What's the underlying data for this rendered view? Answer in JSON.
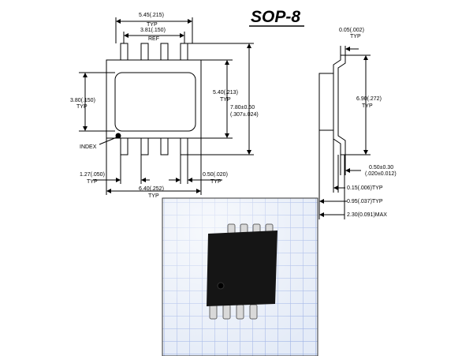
{
  "title": "SOP-8",
  "top_view": {
    "width_total": "5.45(.215)",
    "width_total_sub": "TYP",
    "lead_span": "3.81(.150)",
    "lead_span_sub": "REF",
    "body_width": "3.80(.150)",
    "body_width_sub": "TYP",
    "body_height": "5.40(.213)",
    "body_height_sub": "TYP",
    "overall_height": "7.80±0.60",
    "overall_height_sub": "(.307±.024)",
    "index_label": "INDEX",
    "pitch": "1.27(.050)",
    "pitch_sub": "TYP",
    "lead_width": "0.50(.020)",
    "lead_width_sub": "TYP",
    "overall_width": "6.40(.252)",
    "overall_width_sub": "TYP"
  },
  "side_view": {
    "lead_thickness": "0.05(.002)",
    "lead_thickness_sub": "TYP",
    "body_length": "6.90(.272)",
    "body_length_sub": "TYP",
    "foot_length": "0.50±0.30",
    "foot_length_sub": "(.020±0.012)",
    "standoff": "0.15(.006)TYP",
    "lead_offset": "0.95(.037)TYP",
    "max_height": "2.30(0.091)MAX"
  },
  "photo": {
    "description_icon": "sop8-chip-photo",
    "grid_color": "#9fb3e6",
    "background_color": "#e4ebf7",
    "chip_color": "#151515",
    "lead_color": "#d9d9d9"
  }
}
